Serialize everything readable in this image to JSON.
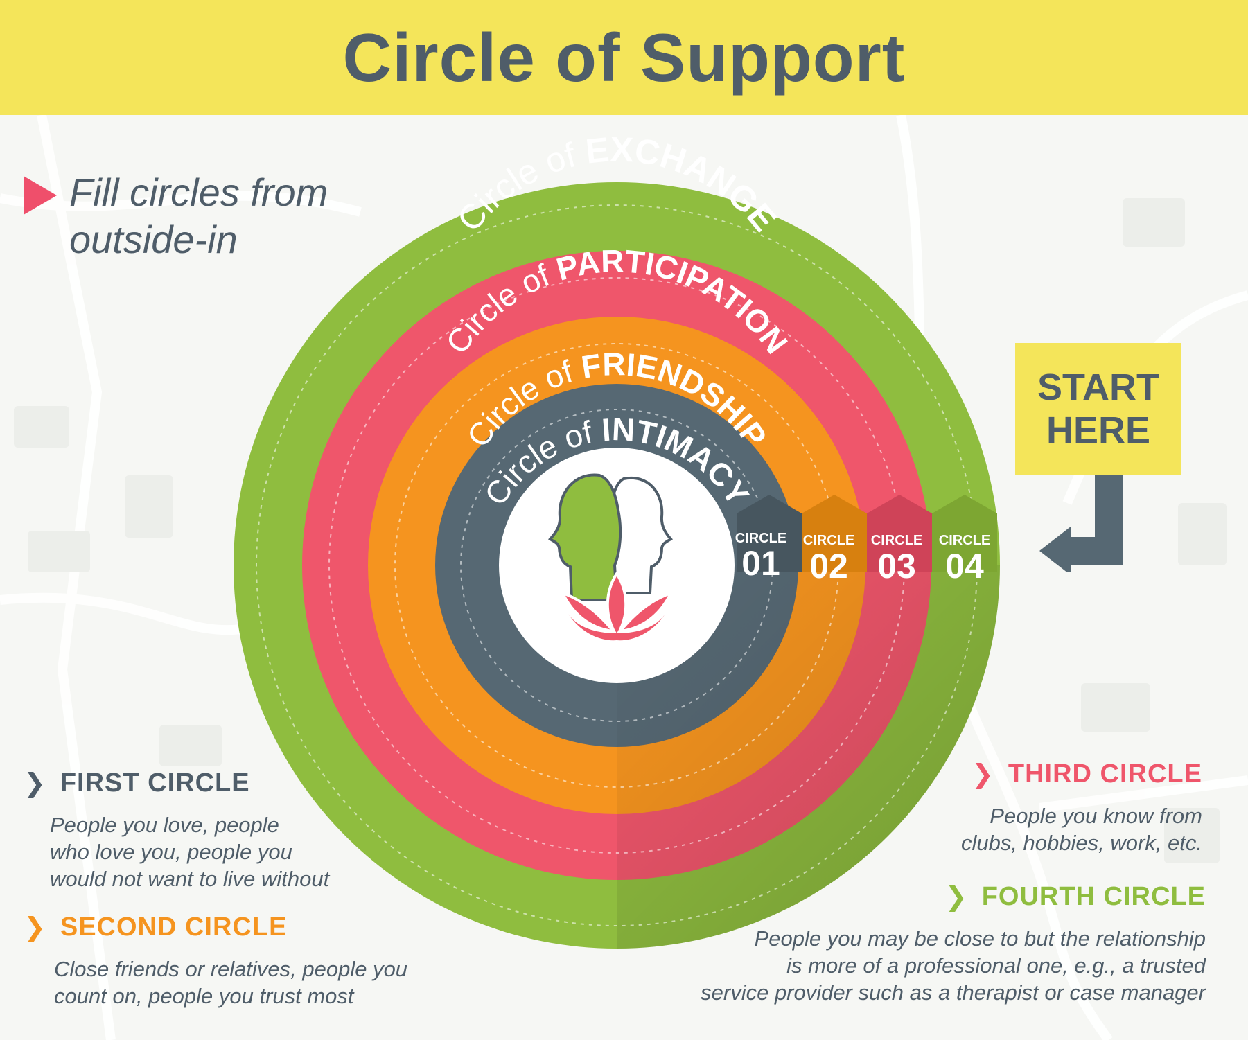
{
  "header": {
    "title": "Circle of Support"
  },
  "instruction": {
    "text_line1": "Fill circles from",
    "text_line2": "outside-in"
  },
  "rings": [
    {
      "name": "exchange",
      "label_prefix": "Circle of ",
      "label_main": "EXCHANGE",
      "number_label": "CIRCLE",
      "number": "04",
      "color": "#8fbd3f"
    },
    {
      "name": "participation",
      "label_prefix": "Circle of ",
      "label_main": "PARTICIPATION",
      "number_label": "CIRCLE",
      "number": "03",
      "color": "#ef566b"
    },
    {
      "name": "friendship",
      "label_prefix": "Circle of ",
      "label_main": "FRIENDSHIP",
      "number_label": "CIRCLE",
      "number": "02",
      "color": "#f5941f"
    },
    {
      "name": "intimacy",
      "label_prefix": "Circle of ",
      "label_main": "INTIMACY",
      "number_label": "CIRCLE",
      "number": "01",
      "color": "#566873"
    }
  ],
  "start_box": {
    "line1": "START",
    "line2": "HERE"
  },
  "descriptions": {
    "first": {
      "title": "FIRST CIRCLE",
      "lines": [
        "People you love, people",
        "who love you, people you",
        "would not want to live without"
      ],
      "color": "#4f5d69"
    },
    "second": {
      "title": "SECOND CIRCLE",
      "lines": [
        "Close friends or relatives, people you",
        "count on, people you trust most"
      ],
      "color": "#f5941f"
    },
    "third": {
      "title": "THIRD CIRCLE",
      "lines": [
        "People you know from",
        "clubs, hobbies, work, etc."
      ],
      "color": "#ef566b"
    },
    "fourth": {
      "title": "FOURTH CIRCLE",
      "lines": [
        "People you may be close to but the relationship",
        "is more of a professional one, e.g., a trusted",
        "service provider such as a therapist or case manager"
      ],
      "color": "#8fbd3f"
    }
  },
  "colors": {
    "header_bg": "#f4e55a",
    "text_dark": "#4f5d69",
    "accent_pink": "#ef4f6b"
  }
}
